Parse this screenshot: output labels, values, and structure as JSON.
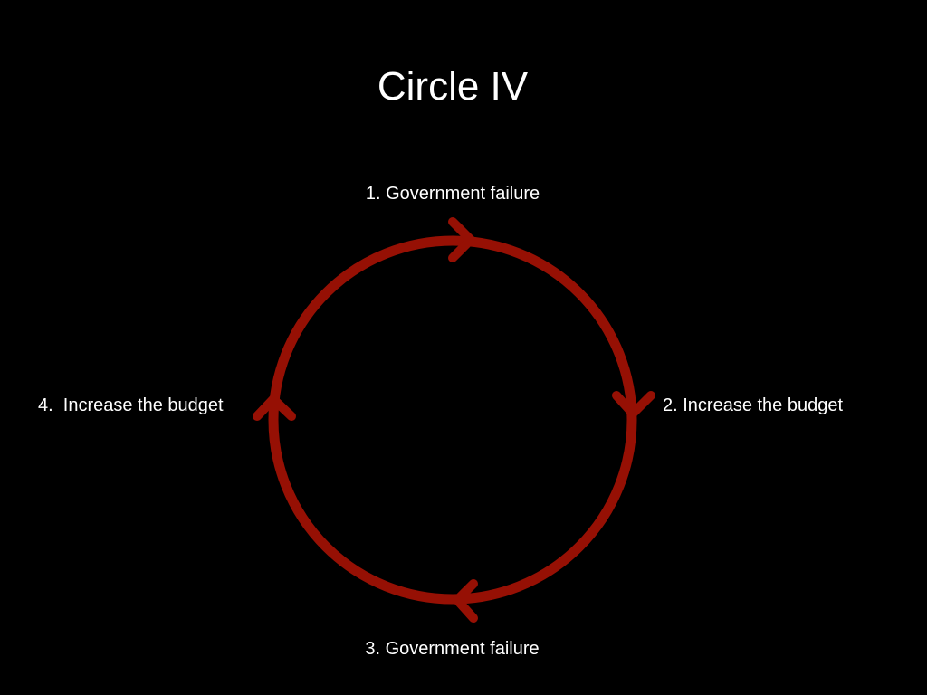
{
  "slide": {
    "title": "Circle IV",
    "steps": [
      {
        "label": "1. Government failure",
        "position": "top"
      },
      {
        "label": "2. Increase the budget",
        "position": "right"
      },
      {
        "label": "3. Government failure",
        "position": "bottom"
      },
      {
        "label": "4.  Increase the budget",
        "position": "left"
      }
    ],
    "cycle_direction": "clockwise"
  },
  "colors": {
    "background": "#000000",
    "text": "#ffffff",
    "cycle": "#961004"
  }
}
